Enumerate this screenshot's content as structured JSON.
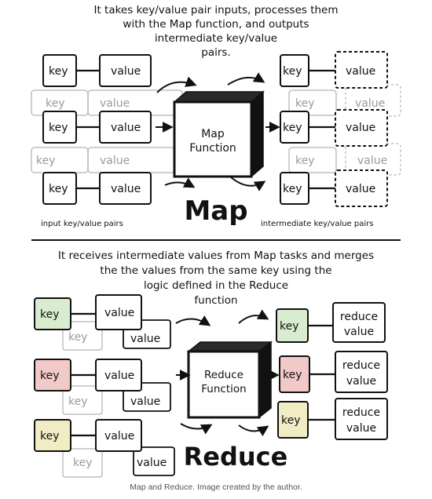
{
  "map_section": {
    "intro_lines": [
      "It takes key/value pair inputs, processes them",
      "with the Map function, and outputs",
      "intermediate key/value",
      "pairs."
    ],
    "key_label": "key",
    "value_label": "value",
    "function_lines": [
      "Map",
      "Function"
    ],
    "title": "Map",
    "input_label": "input key/value pairs",
    "output_label": "intermediate key/value pairs"
  },
  "reduce_section": {
    "intro_lines": [
      "It receives intermediate values from Map tasks and merges",
      "the the values from the same key using the",
      "logic defined in the Reduce",
      "function"
    ],
    "key_label": "key",
    "value_label": "value",
    "function_lines": [
      "Reduce",
      "Function"
    ],
    "title": "Reduce",
    "reduce_value_lines": [
      "reduce",
      "value"
    ]
  },
  "caption": "Map and Reduce. Image created by the author.",
  "colors": {
    "green_key": "#d9ecd0",
    "red_key": "#f1c9c9",
    "yellow_key": "#f1ecc4"
  }
}
